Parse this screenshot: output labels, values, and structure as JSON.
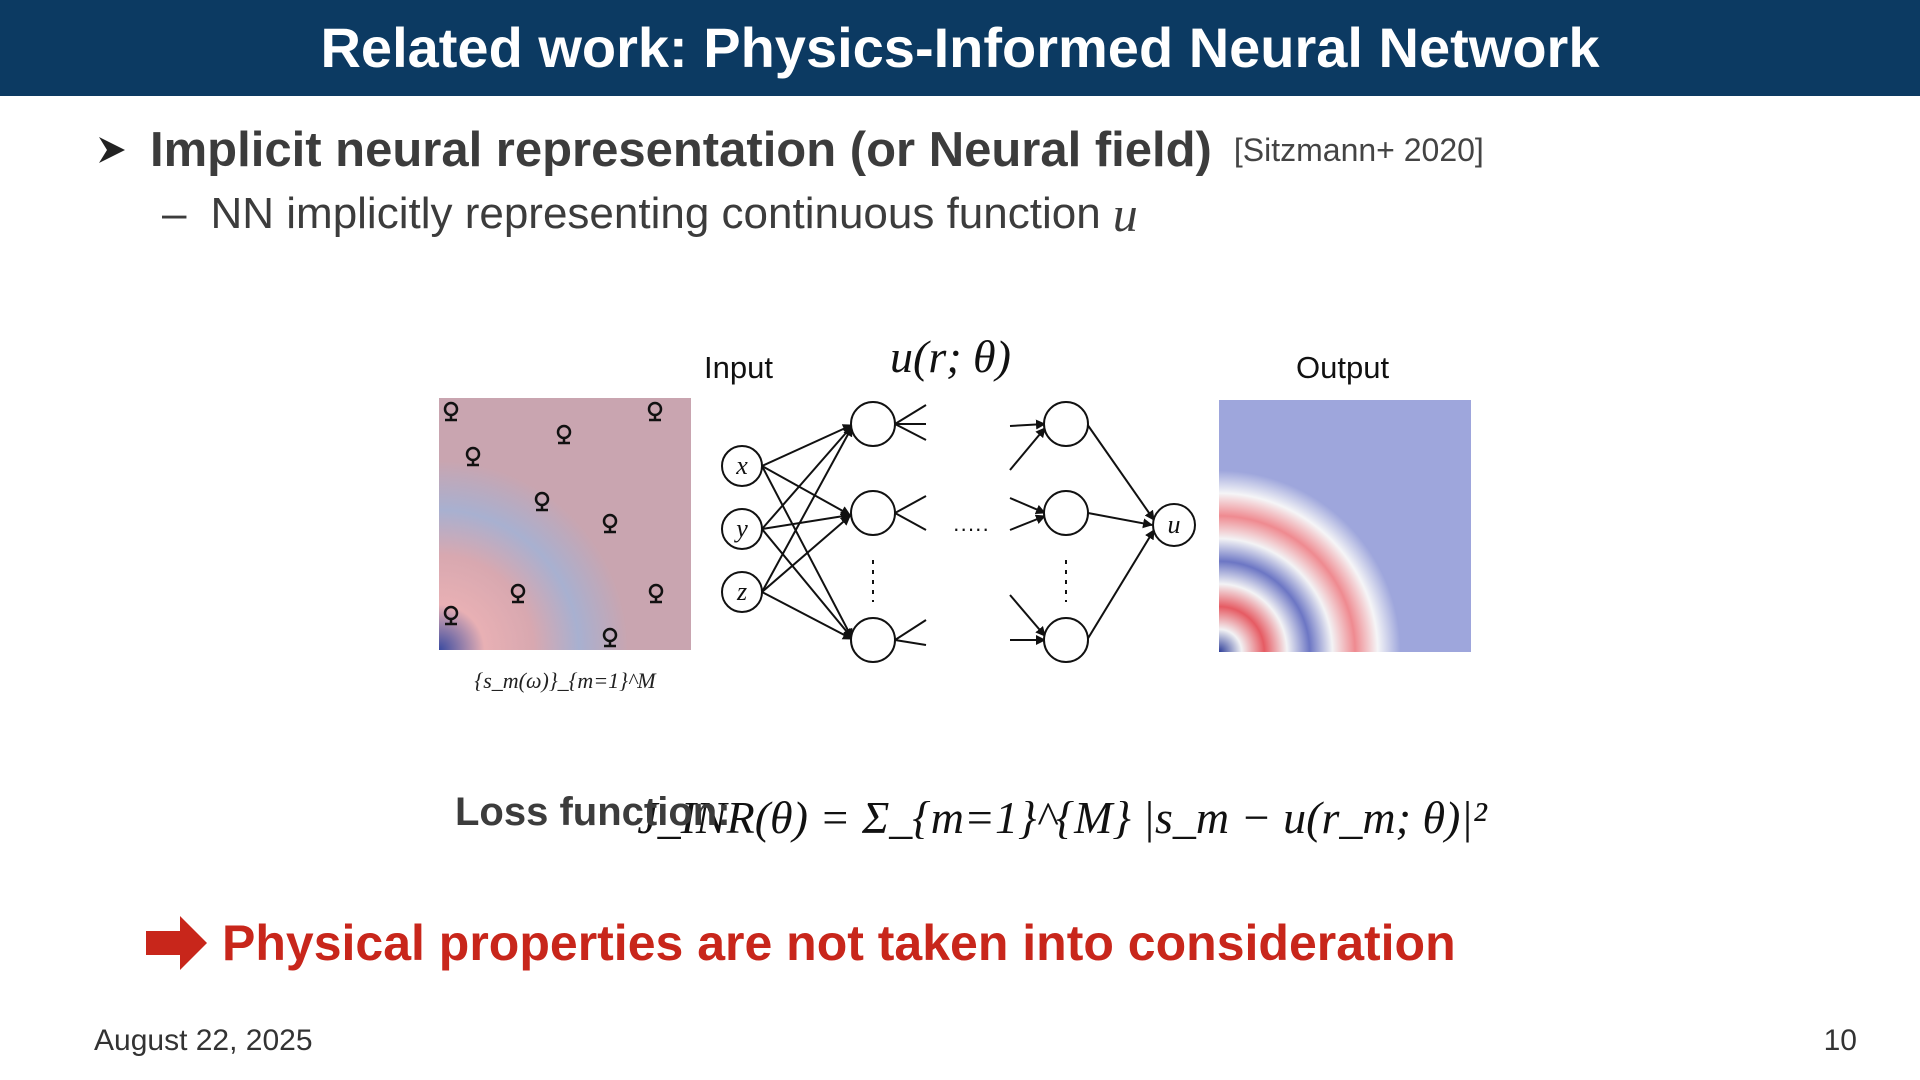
{
  "slide": {
    "title": "Related work: Physics-Informed Neural Network",
    "bullet_main": "Implicit neural representation (or Neural field)",
    "citation": "[Sitzmann+ 2020]",
    "sub_bullet": "NN implicitly representing continuous function",
    "sub_bullet_var": "u",
    "date": "August 22, 2025",
    "page": "10"
  },
  "diagram": {
    "input_label": "Input",
    "output_label": "Output",
    "network_label": "u(r; θ)",
    "input_nodes": [
      "x",
      "y",
      "z"
    ],
    "output_node": "u",
    "ellipsis": "·····",
    "samples_caption": "{s_m(ω)}_{m=1}^M",
    "colors": {
      "red": "#e85a62",
      "blue": "#3a4aa0",
      "node": "#000000"
    }
  },
  "loss": {
    "label": "Loss function:",
    "formula": "J_INR(θ) = Σ_{m=1}^{M} |s_m − u(r_m; θ)|²"
  },
  "conclusion": {
    "text": "Physical properties are not taken into consideration",
    "color": "#c8261b"
  }
}
